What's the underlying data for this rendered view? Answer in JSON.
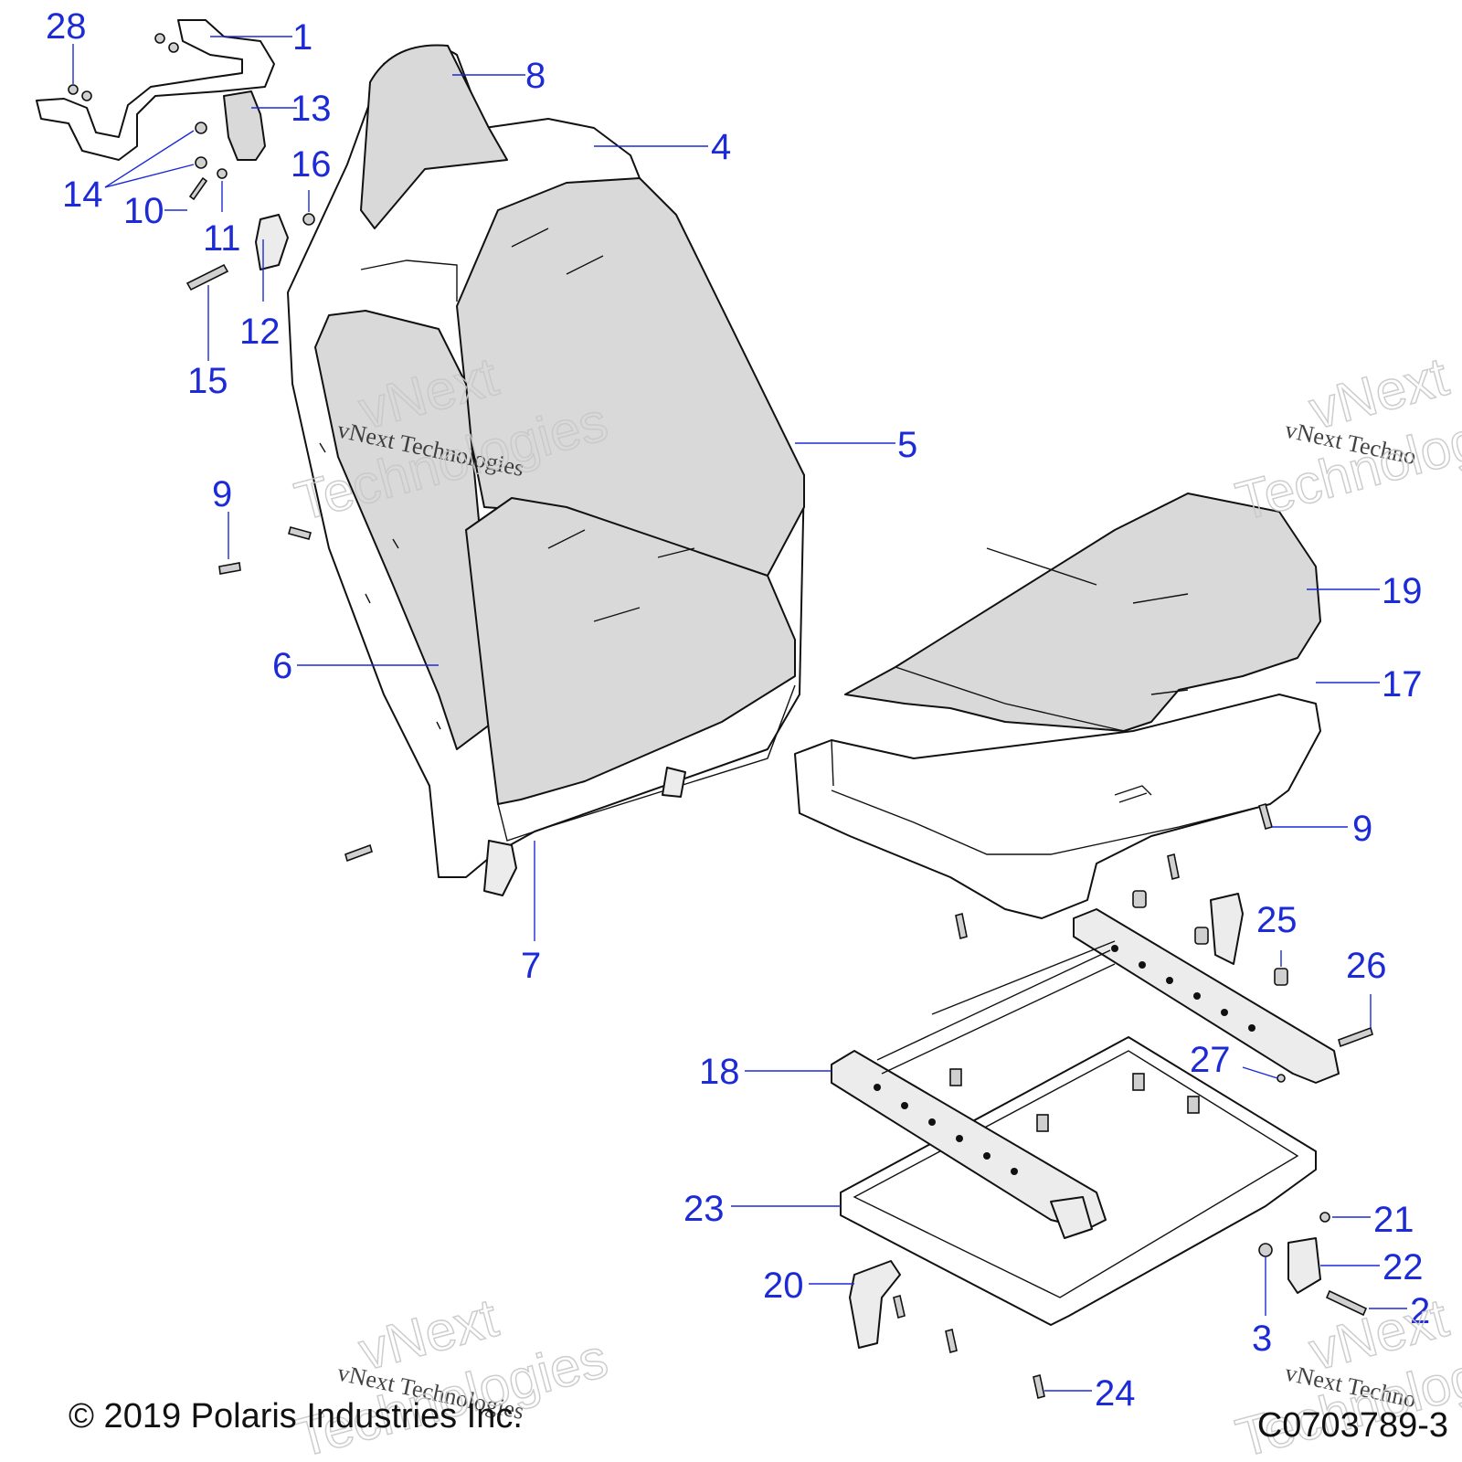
{
  "callouts": [
    {
      "id": "28",
      "label": "28"
    },
    {
      "id": "1",
      "label": "1"
    },
    {
      "id": "8",
      "label": "8"
    },
    {
      "id": "13",
      "label": "13"
    },
    {
      "id": "4",
      "label": "4"
    },
    {
      "id": "16",
      "label": "16"
    },
    {
      "id": "14",
      "label": "14"
    },
    {
      "id": "10",
      "label": "10"
    },
    {
      "id": "11",
      "label": "11"
    },
    {
      "id": "12",
      "label": "12"
    },
    {
      "id": "15",
      "label": "15"
    },
    {
      "id": "5",
      "label": "5"
    },
    {
      "id": "9a",
      "label": "9"
    },
    {
      "id": "6",
      "label": "6"
    },
    {
      "id": "7",
      "label": "7"
    },
    {
      "id": "19",
      "label": "19"
    },
    {
      "id": "17",
      "label": "17"
    },
    {
      "id": "9b",
      "label": "9"
    },
    {
      "id": "25",
      "label": "25"
    },
    {
      "id": "26",
      "label": "26"
    },
    {
      "id": "27",
      "label": "27"
    },
    {
      "id": "18",
      "label": "18"
    },
    {
      "id": "23",
      "label": "23"
    },
    {
      "id": "21",
      "label": "21"
    },
    {
      "id": "22",
      "label": "22"
    },
    {
      "id": "20",
      "label": "20"
    },
    {
      "id": "2",
      "label": "2"
    },
    {
      "id": "3",
      "label": "3"
    },
    {
      "id": "24",
      "label": "24"
    }
  ],
  "watermark": {
    "text": "vNext Technologies",
    "text_cut": "vNext Techno",
    "line1": "vNext",
    "line2": "Technologies"
  },
  "footer": {
    "copyright": "© 2019 Polaris Industries Inc.",
    "drawing_number": "C0703789-3"
  },
  "colors": {
    "callout": "#1c2bd6",
    "part_fill": "#d9d9d9",
    "outline": "#111111"
  }
}
